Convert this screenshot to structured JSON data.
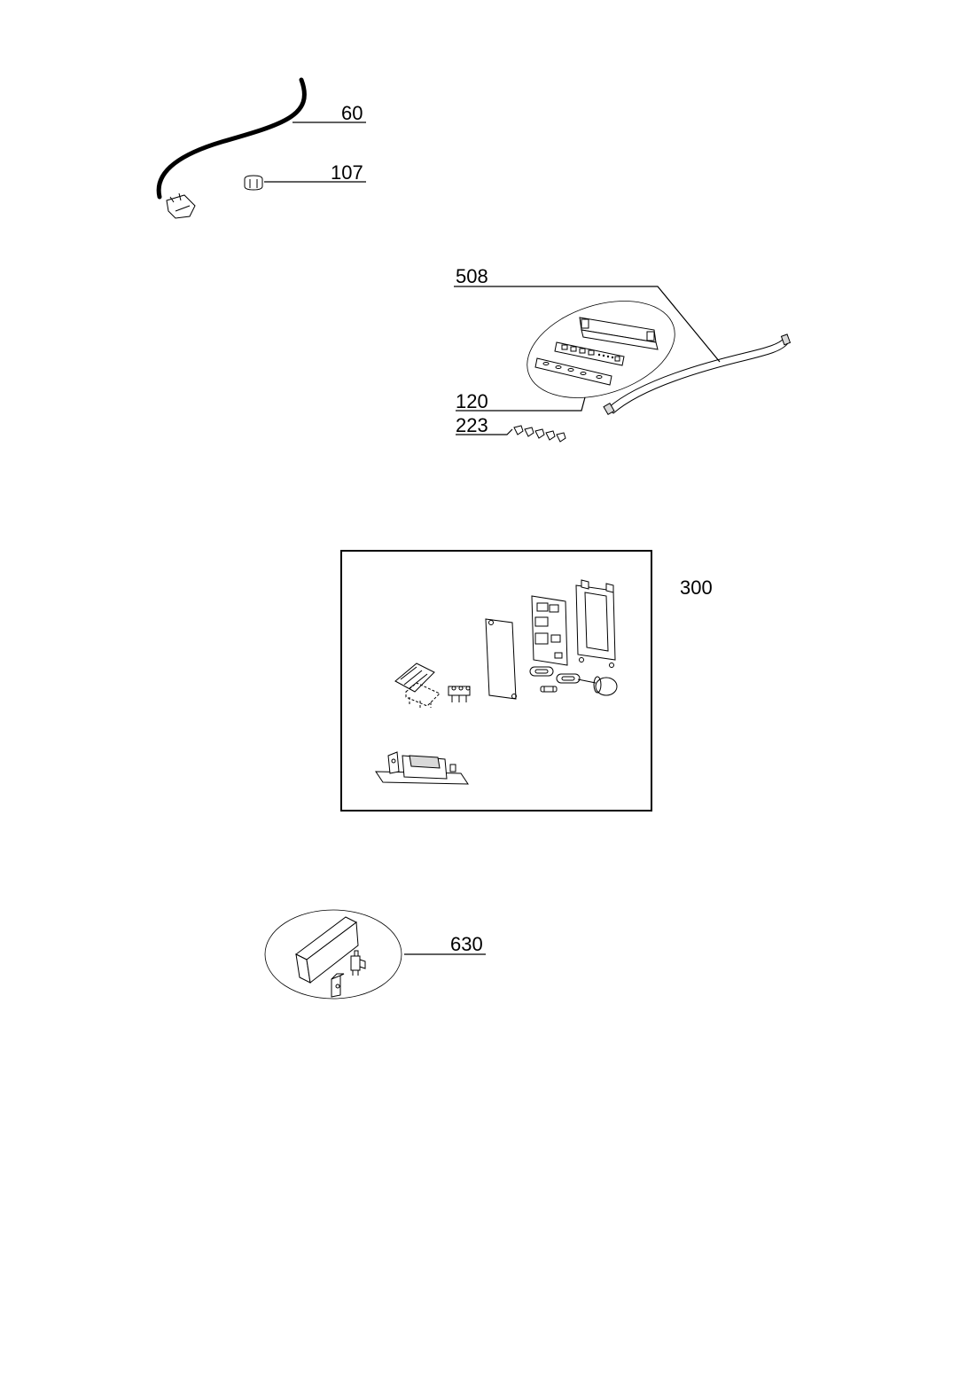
{
  "callouts": {
    "c60": "60",
    "c107": "107",
    "c508": "508",
    "c120": "120",
    "c223": "223",
    "c300": "300",
    "c630": "630"
  },
  "colors": {
    "line": "#000000",
    "background": "#ffffff"
  }
}
